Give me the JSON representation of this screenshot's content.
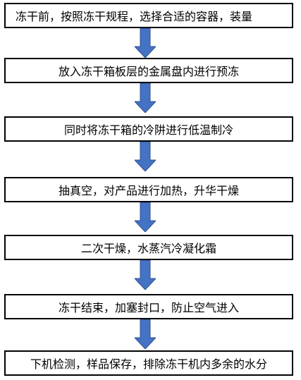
{
  "flowchart": {
    "steps": [
      "冻干前，按照冻干规程，选择合适的容器，装量",
      "放入冻干箱板层的金属盘内进行预冻",
      "同时将冻干箱的冷阱进行低温制冷",
      "抽真空，对产品进行加热，升华干燥",
      "二次干燥，水蒸汽冷凝化霜",
      "冻干结束，加塞封口，防止空气进入",
      "下机检测，样品保存，排除冻干机内多余的水分"
    ],
    "arrow_color": "#4472C4",
    "arrow_outline": "#2F528F",
    "box_border": "#000000"
  }
}
